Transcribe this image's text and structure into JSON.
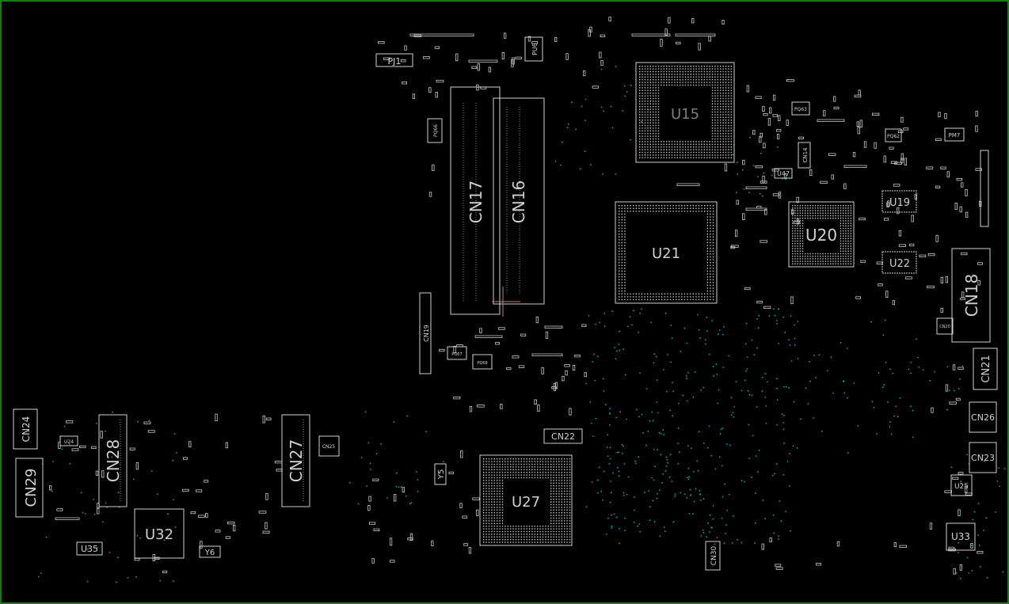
{
  "board": {
    "outline_color": "#1a7a1a",
    "silk_color": "#d0d0d0",
    "pad_color": "#c8c8c8",
    "via_color": "#1fa0a0",
    "marker_color": "#c87a8a"
  },
  "labels": {
    "pj1": "PJ1",
    "pu6": "PU6",
    "u15": "U15",
    "pq66": "PQ66",
    "cn17": "CN17",
    "cn16": "CN16",
    "pq63": "PQ63",
    "cn14": "CN14",
    "u47": "U47",
    "pq62": "PQ62",
    "pm7": "PM7",
    "u19": "U19",
    "u20": "U20",
    "u21": "U21",
    "u22": "U22",
    "cn18": "CN18",
    "cn20": "CN20",
    "cn19": "CN19",
    "pq67": "PQ67",
    "pq68": "PQ68",
    "cn21": "CN21",
    "cn24": "CN24",
    "cn28": "CN28",
    "cn27": "CN27",
    "cn25": "CN25",
    "u24": "U24",
    "cn29": "CN29",
    "u32": "U32",
    "u35": "U35",
    "y6": "Y6",
    "cn22": "CN22",
    "u27": "U27",
    "y5": "Y5",
    "cn26": "CN26",
    "cn23": "CN23",
    "u25": "U25",
    "u33": "U33",
    "cn30": "CN30"
  }
}
